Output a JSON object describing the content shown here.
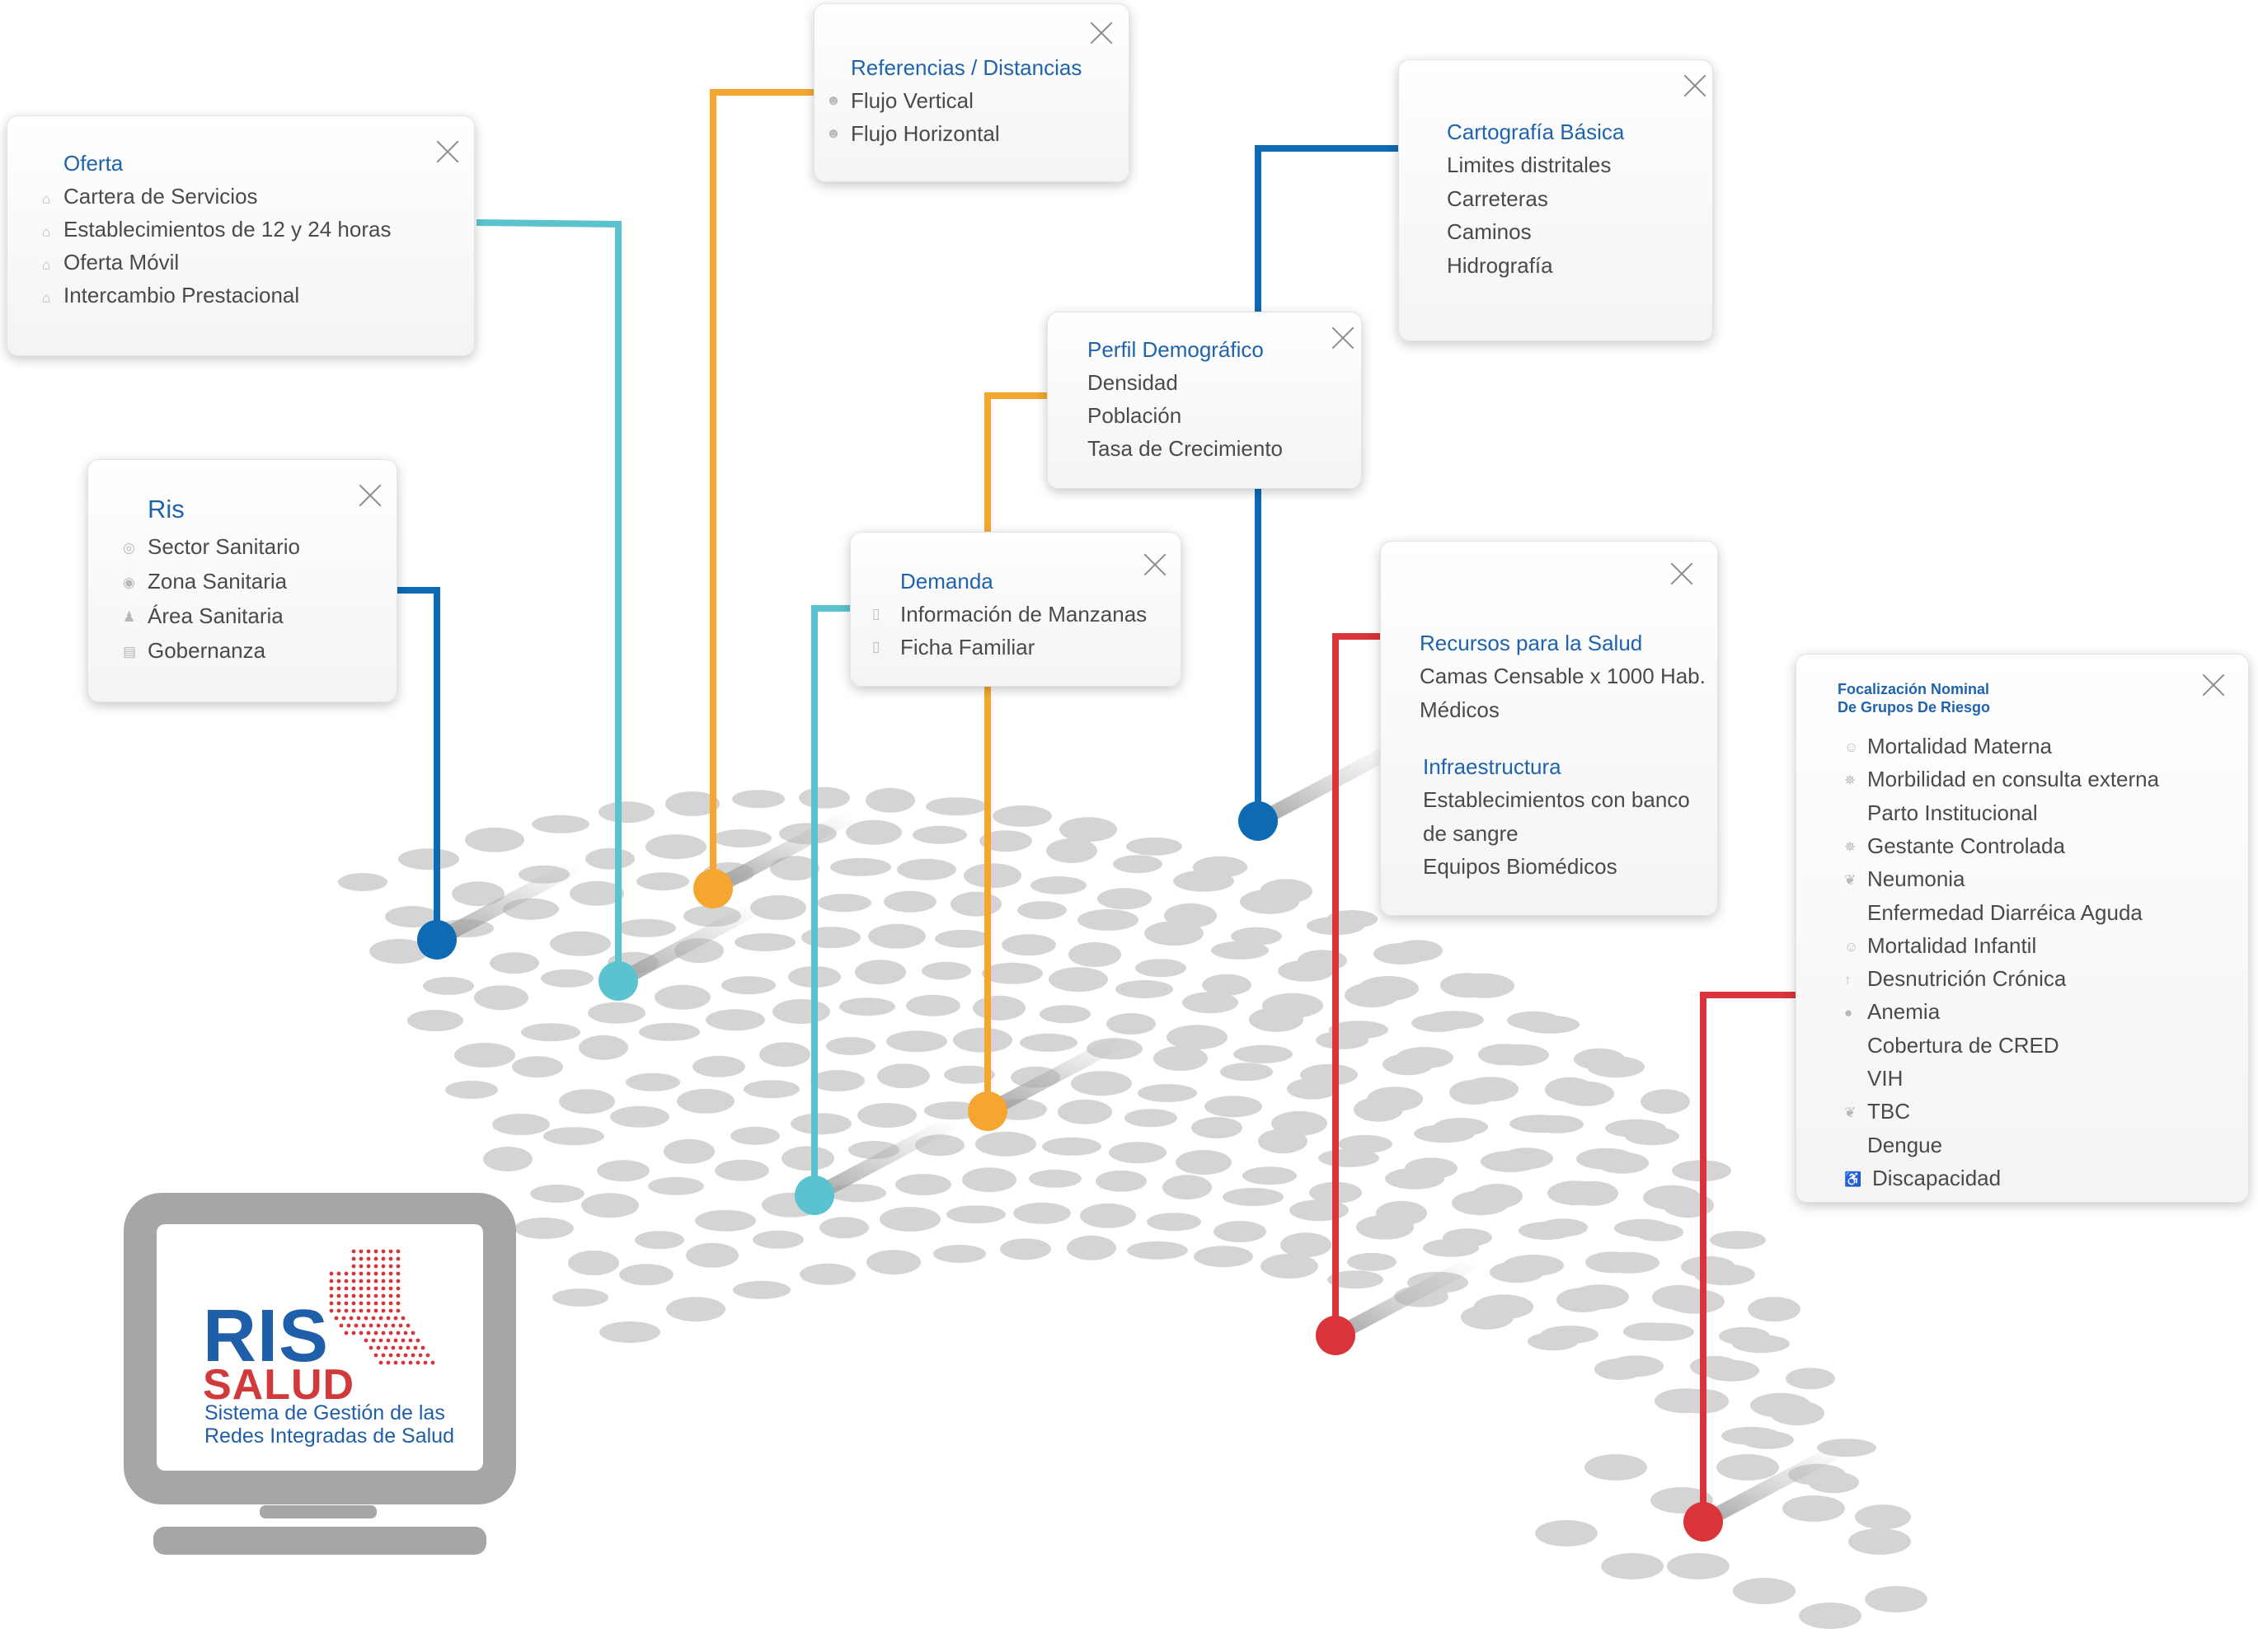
{
  "colors": {
    "blue": "#0d6ab3",
    "cyan": "#5bc3cf",
    "orange": "#f5a631",
    "red": "#d8343a",
    "title_blue": "#1f63ad",
    "item_text": "#4a4a4a",
    "dot_gray": "#d4d4d4"
  },
  "cards": {
    "oferta": {
      "title": "Oferta",
      "items": [
        "Cartera de Servicios",
        "Establecimientos de 12 y 24 horas",
        "Oferta Móvil",
        "Intercambio Prestacional"
      ],
      "icon": "house-icon"
    },
    "ris": {
      "title": "Ris",
      "items": [
        "Sector Sanitario",
        "Zona Sanitaria",
        "Área Sanitaria",
        "Gobernanza"
      ],
      "icons": [
        "sector-icon",
        "zone-icon",
        "person-icon",
        "chat-icon"
      ]
    },
    "referencias": {
      "title": "Referencias / Distancias",
      "items": [
        "Flujo Vertical",
        "Flujo Horizontal"
      ],
      "icon": "flow-icon"
    },
    "demanda": {
      "title": "Demanda",
      "items": [
        "Información de Manzanas",
        "Ficha Familiar"
      ],
      "icon": "document-icon"
    },
    "perfil": {
      "title": "Perfil Demográfico",
      "items": [
        "Densidad",
        "Población",
        "Tasa de Crecimiento"
      ]
    },
    "cartografia": {
      "title": "Cartografía Básica",
      "items": [
        "Limites distritales",
        "Carreteras",
        "Caminos",
        "Hidrografía"
      ]
    },
    "recursos": {
      "title": "Recursos para la Salud",
      "items": [
        "Camas Censable x 1000 Hab.",
        "Médicos"
      ],
      "title2": "Infraestructura",
      "items2": [
        "Establecimientos con banco",
        "de sangre",
        "Equipos Biomédicos"
      ]
    },
    "focalizacion": {
      "title_line1": "Focalización Nominal",
      "title_line2": "De Grupos De Riesgo",
      "items": [
        "Mortalidad Materna",
        "Morbilidad en consulta externa",
        "Parto Institucional",
        "Gestante Controlada",
        "Neumonia",
        "Enfermedad Diarréica Aguda",
        "Mortalidad Infantil",
        "Desnutrición Crónica",
        "Anemia",
        "Cobertura de CRED",
        "VIH",
        "TBC",
        "Dengue",
        "Discapacidad"
      ],
      "icons": [
        "speech-icon",
        "virus-icon",
        "",
        "virus-icon",
        "lungs-icon",
        "",
        "speech-icon",
        "arrow-up-icon",
        "drop-icon",
        "",
        "",
        "lungs-icon",
        "",
        "wheelchair-icon"
      ]
    }
  },
  "logo": {
    "brand_top": "RIS",
    "brand_bottom": "SALUD",
    "subtitle_line1": "Sistema de Gestión de las",
    "subtitle_line2": "Redes Integradas de Salud"
  }
}
